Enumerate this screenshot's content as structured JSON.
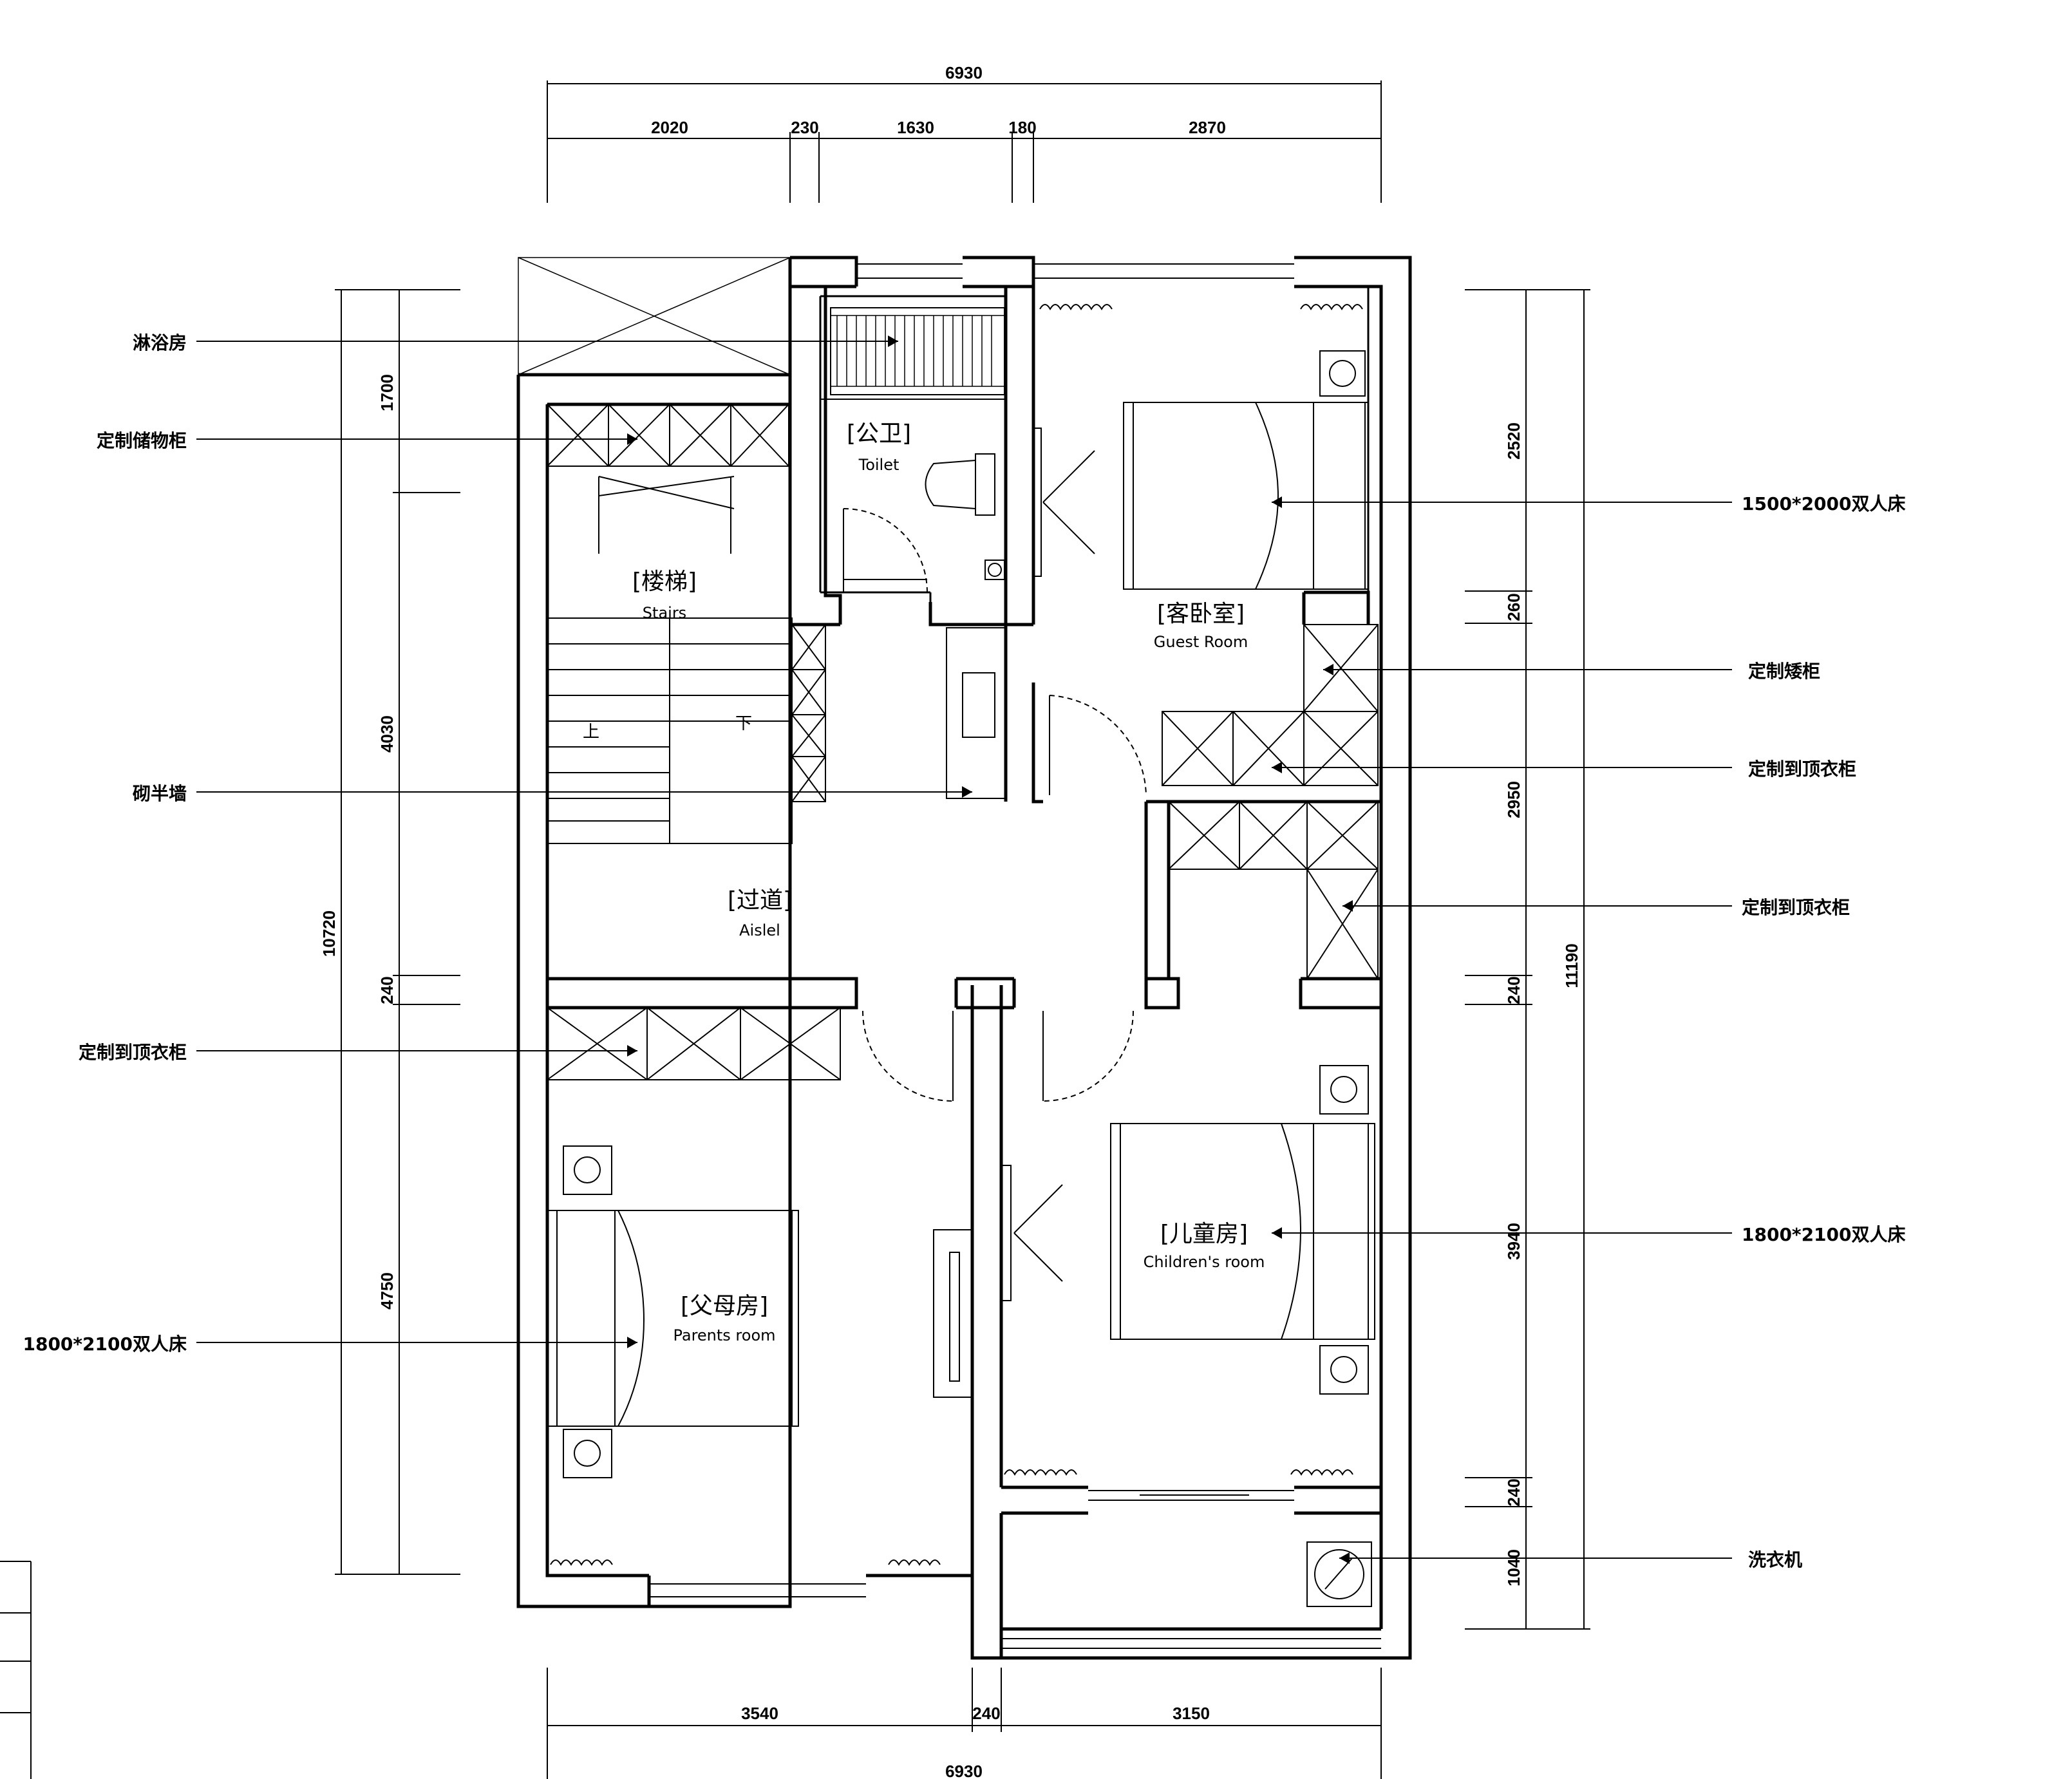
{
  "rooms": {
    "toilet": {
      "cn": "[公卫]",
      "en": "Toilet"
    },
    "stairs": {
      "cn": "[楼梯]",
      "en": "Stairs"
    },
    "guest": {
      "cn": "[客卧室]",
      "en": "Guest Room"
    },
    "aisle": {
      "cn": "[过道]",
      "en": "Aislel"
    },
    "parents": {
      "cn": "[父母房]",
      "en": "Parents room"
    },
    "children": {
      "cn": "[儿童房]",
      "en": "Children's room"
    }
  },
  "stair_marks": {
    "up": "上",
    "down": "下"
  },
  "annotations": {
    "left": [
      {
        "id": "shower",
        "text": "淋浴房"
      },
      {
        "id": "storage",
        "text": "定制储物柜"
      },
      {
        "id": "half_wall",
        "text": "砌半墙"
      },
      {
        "id": "wardrobe_left",
        "text": "定制到顶衣柜"
      },
      {
        "id": "bed_parents",
        "text": "1800*2100双人床"
      }
    ],
    "right": [
      {
        "id": "bed_guest",
        "text": "1500*2000双人床"
      },
      {
        "id": "low_cabinet",
        "text": "定制矮柜"
      },
      {
        "id": "wardrobe_guest",
        "text": "定制到顶衣柜"
      },
      {
        "id": "wardrobe_aisle",
        "text": "定制到顶衣柜"
      },
      {
        "id": "bed_children",
        "text": "1800*2100双人床"
      },
      {
        "id": "washer",
        "text": "洗衣机"
      }
    ]
  },
  "dimensions": {
    "top_total": "6930",
    "top_segments": [
      "2020",
      "230",
      "1630",
      "180",
      "2870"
    ],
    "bottom_segments": [
      "3540",
      "240",
      "3150"
    ],
    "bottom_total": "6930",
    "left_total": "10720",
    "left_segments": [
      "1700",
      "4030",
      "240",
      "4750"
    ],
    "right_total": "11190",
    "right_segments": [
      "2520",
      "260",
      "2950",
      "240",
      "3940",
      "240",
      "1040"
    ]
  },
  "colors": {
    "line": "#000000",
    "background": "#ffffff"
  }
}
